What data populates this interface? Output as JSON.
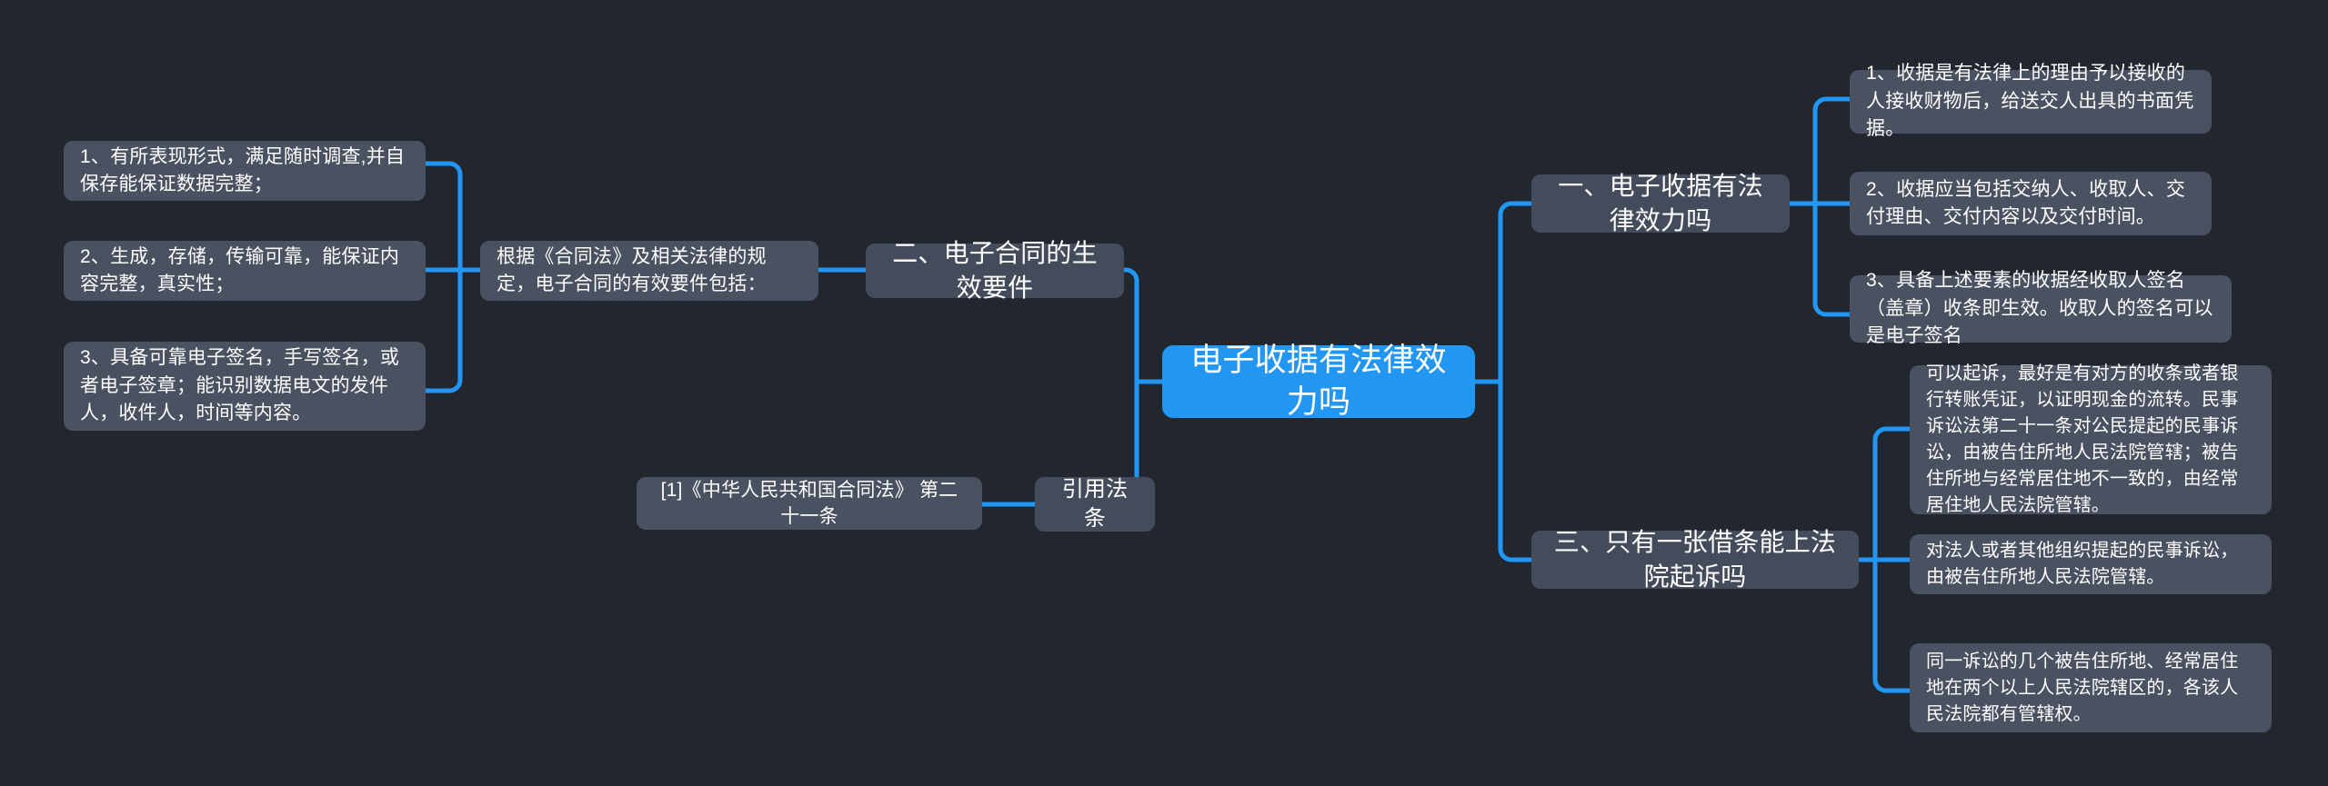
{
  "theme": {
    "background": "#22262f",
    "root_fill": "#2196f3",
    "branch_fill": "#444c5c",
    "leaf_fill": "#4a5160",
    "connector": "#2196f3",
    "text": "#ffffff"
  },
  "mindmap": {
    "root": {
      "label": "电子收据有法律效力吗"
    },
    "branches": [
      {
        "id": "branch-1",
        "label": "一、电子收据有法律效力吗",
        "children": [
          {
            "id": "b1-c1",
            "label": "1、收据是有法律上的理由予以接收的人接收财物后，给送交人出具的书面凭据。"
          },
          {
            "id": "b1-c2",
            "label": "2、收据应当包括交纳人、收取人、交付理由、交付内容以及交付时间。"
          },
          {
            "id": "b1-c3",
            "label": "3、具备上述要素的收据经收取人签名（盖章）收条即生效。收取人的签名可以是电子签名"
          }
        ]
      },
      {
        "id": "branch-2",
        "label": "二、电子合同的生效要件",
        "intro": "根据《合同法》及相关法律的规定，电子合同的有效要件包括：",
        "children": [
          {
            "id": "b2-c1",
            "label": "1、有所表现形式，满足随时调查,并自保存能保证数据完整；"
          },
          {
            "id": "b2-c2",
            "label": "2、生成，存储，传输可靠，能保证内容完整，真实性；"
          },
          {
            "id": "b2-c3",
            "label": "3、具备可靠电子签名，手写签名，或者电子签章；能识别数据电文的发件人，收件人，时间等内容。"
          }
        ]
      },
      {
        "id": "branch-3",
        "label": "三、只有一张借条能上法院起诉吗",
        "children": [
          {
            "id": "b3-c1",
            "label": "可以起诉，最好是有对方的收条或者银行转账凭证，以证明现金的流转。民事诉讼法第二十一条对公民提起的民事诉讼，由被告住所地人民法院管辖；被告住所地与经常居住地不一致的，由经常居住地人民法院管辖。"
          },
          {
            "id": "b3-c2",
            "label": "对法人或者其他组织提起的民事诉讼，由被告住所地人民法院管辖。"
          },
          {
            "id": "b3-c3",
            "label": "同一诉讼的几个被告住所地、经常居住地在两个以上人民法院辖区的，各该人民法院都有管辖权。"
          }
        ]
      },
      {
        "id": "branch-4",
        "label": "引用法条",
        "children": [
          {
            "id": "b4-c1",
            "label": "[1]《中华人民共和国合同法》 第二十一条"
          }
        ]
      }
    ]
  }
}
